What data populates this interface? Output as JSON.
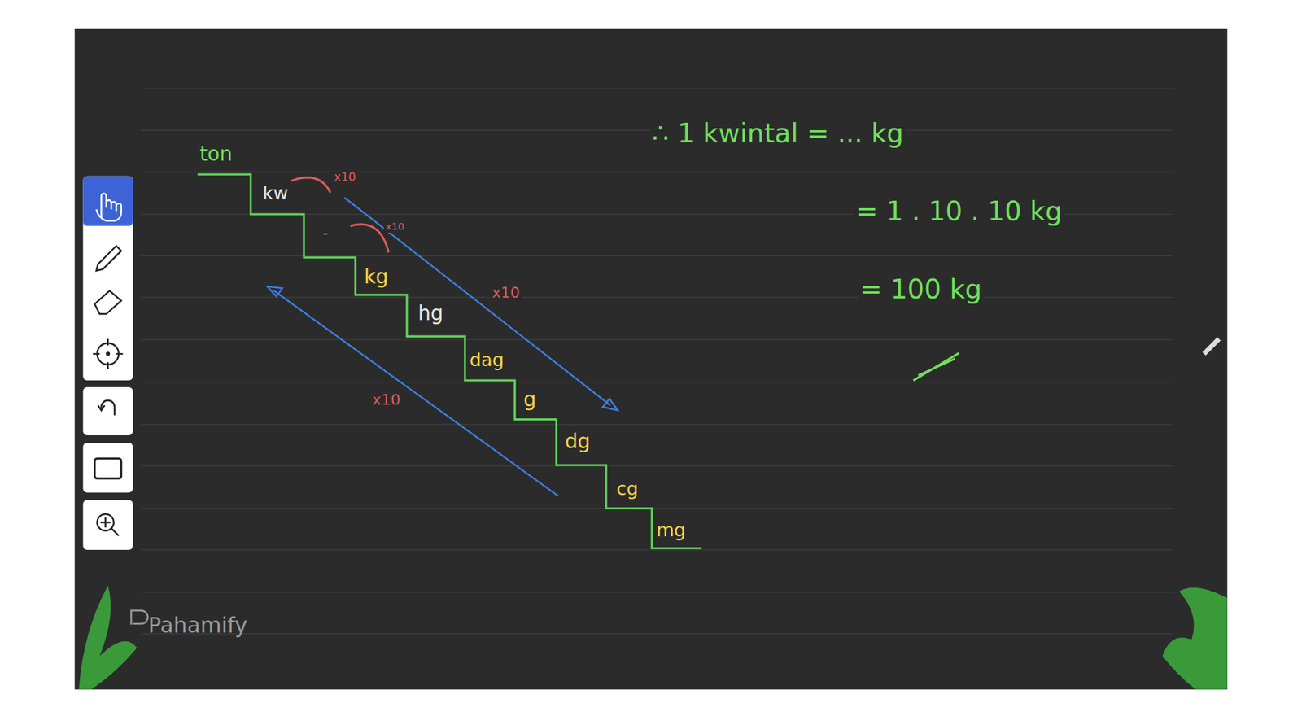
{
  "diagram": {
    "labels": [
      "ton",
      "kw",
      "x10",
      "-",
      "x10",
      "kg",
      "x10",
      "hg",
      "dag",
      "x10",
      "g",
      "dg",
      "cg",
      "mg",
      "∴ 1 kwintal = ... kg",
      "= 1 . 10 . 10 kg",
      "= 100 kg",
      "Pahamify"
    ]
  }
}
